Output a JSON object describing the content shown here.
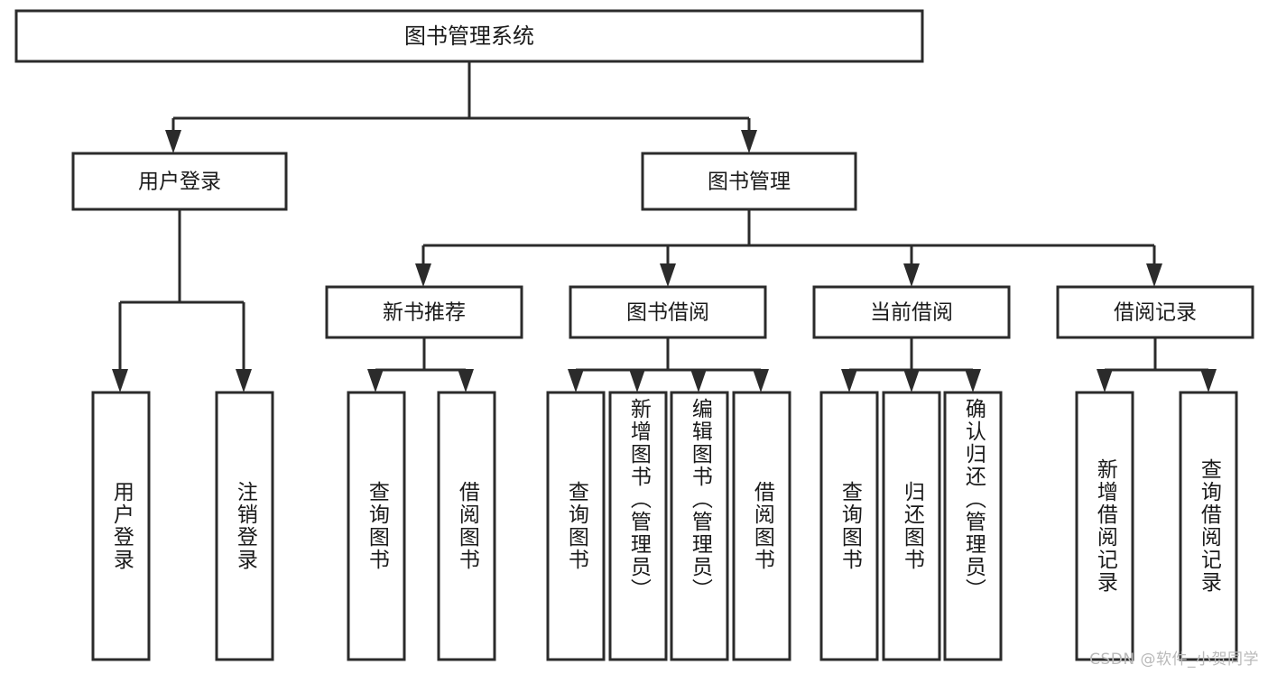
{
  "diagram": {
    "type": "tree",
    "title": "图书管理系统",
    "watermark": "CSDN @软件_小贺同学",
    "colors": {
      "box_fill": "#ffffff",
      "box_stroke": "#2b2b2b",
      "connector": "#2b2b2b",
      "text": "#1a1a1a",
      "background": "#ffffff",
      "watermark": "#b9b9b9"
    },
    "root": {
      "label": "图书管理系统"
    },
    "level2": [
      {
        "label": "用户登录"
      },
      {
        "label": "图书管理"
      }
    ],
    "level3": [
      {
        "label": "新书推荐"
      },
      {
        "label": "图书借阅"
      },
      {
        "label": "当前借阅"
      },
      {
        "label": "借阅记录"
      }
    ],
    "leaves": {
      "user_login": [
        {
          "label": "用户登录"
        },
        {
          "label": "注销登录"
        }
      ],
      "new_book_recommend": [
        {
          "label": "查询图书"
        },
        {
          "label": "借阅图书"
        }
      ],
      "book_borrow": [
        {
          "label": "查询图书"
        },
        {
          "label": "新增图书（管理员）"
        },
        {
          "label": "编辑图书（管理员）"
        },
        {
          "label": "借阅图书"
        }
      ],
      "current_borrow": [
        {
          "label": "查询图书"
        },
        {
          "label": "归还图书"
        },
        {
          "label": "确认归还（管理员）"
        }
      ],
      "borrow_record": [
        {
          "label": "新增借阅记录"
        },
        {
          "label": "查询借阅记录"
        }
      ]
    }
  }
}
